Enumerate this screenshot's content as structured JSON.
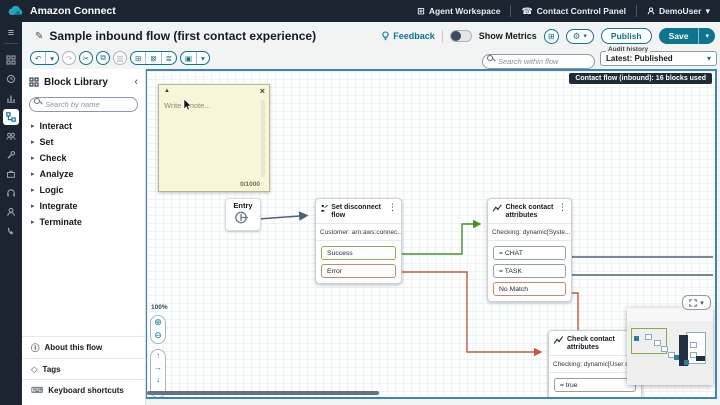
{
  "topbar": {
    "brand": "Amazon Connect",
    "agent_workspace": "Agent Workspace",
    "contact_control_panel": "Contact Control Panel",
    "user": "DemoUser"
  },
  "header": {
    "title": "Sample inbound flow (first contact experience)",
    "feedback": "Feedback",
    "show_metrics": "Show Metrics",
    "publish": "Publish",
    "save": "Save"
  },
  "toolbar": {
    "search_placeholder": "Search within flow",
    "audit_label": "Audit history",
    "audit_value": "Latest: Published"
  },
  "library": {
    "title": "Block Library",
    "search_placeholder": "Search by name",
    "categories": [
      "Interact",
      "Set",
      "Check",
      "Analyze",
      "Logic",
      "Integrate",
      "Terminate"
    ],
    "footer": [
      "About this flow",
      "Tags",
      "Keyboard shortcuts"
    ]
  },
  "canvas": {
    "badge": "Contact flow (inbound): 16 blocks used",
    "zoom_level": "100%",
    "note": {
      "placeholder": "Write a note...",
      "counter": "0/1000"
    },
    "entry": {
      "label": "Entry"
    },
    "set_disconnect": {
      "title": "Set disconnect flow",
      "param": "Customer: arn:aws:connec...",
      "outputs": [
        "Success",
        "Error"
      ]
    },
    "check1": {
      "title": "Check contact attributes",
      "param": "Checking: dynamic[Syste...",
      "outputs": [
        "= CHAT",
        "= TASK",
        "No Match"
      ]
    },
    "check2": {
      "title": "Check contact attributes",
      "param": "Checking: dynamic[User d...",
      "outputs": [
        "= true"
      ]
    }
  },
  "icons": {
    "menu": "≡",
    "pencil": "✎",
    "caret": "▾",
    "undo": "↶",
    "redo": "↷",
    "cut": "✂",
    "copy": "⧉",
    "paste": "▥",
    "snap": "⊞",
    "trash": "⊠",
    "notes": "≣",
    "block": "▣",
    "collapse": "‹",
    "tri": "▸",
    "chevron": "∨",
    "kebab": "⋮",
    "close": "×",
    "flag": "▲",
    "gear": "⚙",
    "phone": "☎",
    "window": "⊞",
    "info": "ⓘ",
    "tag": "◇",
    "keyboard": "⌨",
    "zoom_in": "⊕",
    "zoom_out": "⊖",
    "up": "↑",
    "right": "→",
    "down": "↓",
    "left": "←"
  },
  "colors": {
    "navy": "#1b2532",
    "accent": "#0d7490",
    "canvas_border": "#3e84b5",
    "success": "#4e8a2e",
    "error": "#c05b41",
    "wire": "#4f6272",
    "note_bg": "#f8f6d8"
  }
}
